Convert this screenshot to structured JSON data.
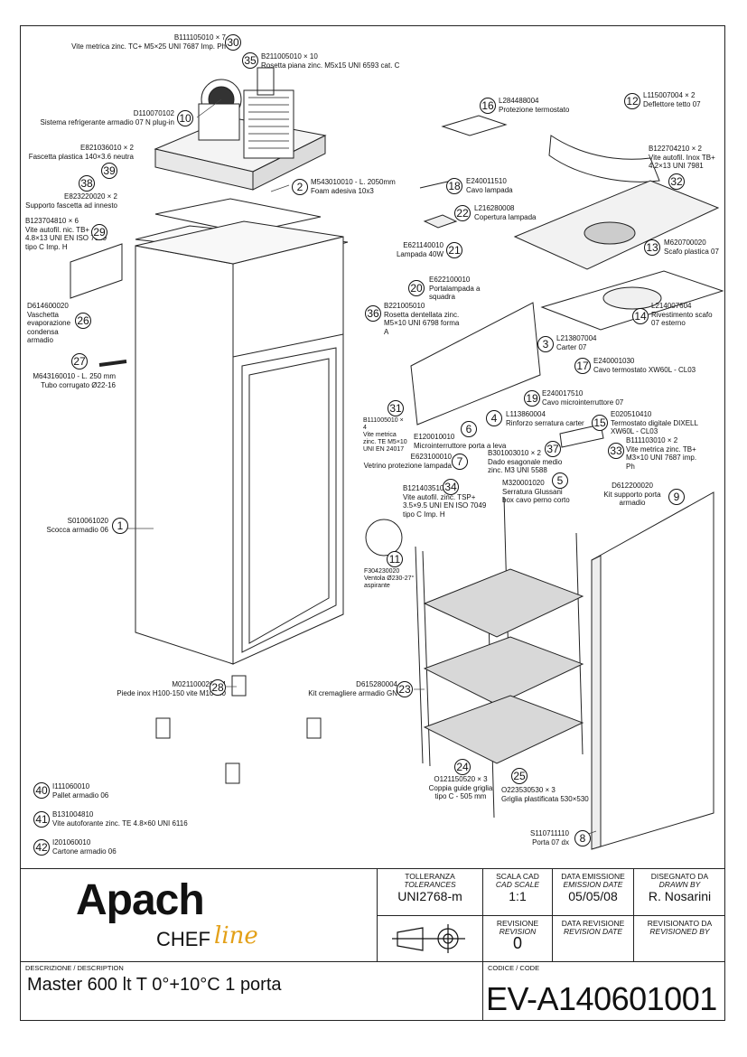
{
  "parts": [
    {
      "n": "30",
      "code": "B111105010 × 7",
      "desc": "Vite metrica zinc. TC+ M5×25 UNI 7687 Imp. Ph"
    },
    {
      "n": "35",
      "code": "B211005010 × 10",
      "desc": "Rosetta piana zinc. M5x15 UNI 6593 cat. C"
    },
    {
      "n": "10",
      "code": "D110070102",
      "desc": "Sistema refrigerante armadio 07 N plug-in"
    },
    {
      "n": "16",
      "code": "L284488004",
      "desc": "Protezione termostato"
    },
    {
      "n": "12",
      "code": "L115007004 × 2",
      "desc": "Deflettore tetto 07"
    },
    {
      "n": "39",
      "code": "E821036010 × 2",
      "desc": "Fascetta plastica 140×3.6 neutra"
    },
    {
      "n": "38",
      "code": "E823220020 × 2",
      "desc": "Supporto fascetta ad innesto"
    },
    {
      "n": "2",
      "code": "M543010010 - L. 2050mm",
      "desc": "Foam adesiva 10x3"
    },
    {
      "n": "32",
      "code": "B122704210 × 2",
      "desc": "Vite autofil. Inox TB+ 4.2×13 UNI 7981"
    },
    {
      "n": "18",
      "code": "E240011510",
      "desc": "Cavo lampada"
    },
    {
      "n": "22",
      "code": "L216280008",
      "desc": "Copertura lampada"
    },
    {
      "n": "29",
      "code": "B123704810 × 6",
      "desc": "Vite autofil. nic. TB+ 4.8×13 UNI EN ISO 7049 tipo C Imp. H"
    },
    {
      "n": "21",
      "code": "E621140010",
      "desc": "Lampada 40W"
    },
    {
      "n": "13",
      "code": "M620700020",
      "desc": "Scafo plastica 07"
    },
    {
      "n": "20",
      "code": "E622100010",
      "desc": "Portalampada a squadra"
    },
    {
      "n": "26",
      "code": "D614600020",
      "desc": "Vaschetta evaporazione condensa armadio"
    },
    {
      "n": "36",
      "code": "B221005010",
      "desc": "Rosetta dentellata zinc. M5×10 UNI 6798 forma A"
    },
    {
      "n": "14",
      "code": "L214007604",
      "desc": "Rivestimento scafo 07 esterno"
    },
    {
      "n": "3",
      "code": "L213807004",
      "desc": "Carter 07"
    },
    {
      "n": "27",
      "code": "M643160010 - L. 250 mm",
      "desc": "Tubo corrugato Ø22-16"
    },
    {
      "n": "17",
      "code": "E240001030",
      "desc": "Cavo termostato XW60L - CL03"
    },
    {
      "n": "19",
      "code": "E240017510",
      "desc": "Cavo microinterruttore 07"
    },
    {
      "n": "31",
      "code": "B111005010 × 4",
      "desc": "Vite metrica zinc. TE M5×10 UNI EN 24017"
    },
    {
      "n": "4",
      "code": "L113860004",
      "desc": "Rinforzo serratura carter"
    },
    {
      "n": "15",
      "code": "E020510410",
      "desc": "Termostato digitale DIXELL XW60L - CL03"
    },
    {
      "n": "6",
      "code": "E120010010",
      "desc": "Microinterruttore porta a leva"
    },
    {
      "n": "33",
      "code": "B111103010 × 2",
      "desc": "Vite metrica zinc. TB+ M3×10 UNI 7687 imp. Ph"
    },
    {
      "n": "7",
      "code": "E623100010",
      "desc": "Vetrino protezione lampada"
    },
    {
      "n": "37",
      "code": "B301003010 × 2",
      "desc": "Dado esagonale medio zinc. M3 UNI 5588"
    },
    {
      "n": "5",
      "code": "M320001020",
      "desc": "Serratura Glussani box cavo perno corto"
    },
    {
      "n": "34",
      "code": "B121403510",
      "desc": "Vite autofil. zinc. TSP+ 3.5×9.5 UNI EN ISO 7049 tipo C Imp. H"
    },
    {
      "n": "9",
      "code": "D612200020",
      "desc": "Kit supporto porta armadio"
    },
    {
      "n": "1",
      "code": "S010061020",
      "desc": "Scocca armadio 06"
    },
    {
      "n": "11",
      "code": "F304230020",
      "desc": "Ventola Ø230-27° aspirante"
    },
    {
      "n": "28",
      "code": "M021100020 × 4",
      "desc": "Piede inox H100-150 vite M10×40"
    },
    {
      "n": "23",
      "code": "D615280004",
      "desc": "Kit cremagliere armadio GN"
    },
    {
      "n": "24",
      "code": "O121150520 × 3",
      "desc": "Coppia guide griglia tipo C - 505 mm"
    },
    {
      "n": "25",
      "code": "O223530530 × 3",
      "desc": "Griglia plastificata 530×530"
    },
    {
      "n": "40",
      "code": "I111060010",
      "desc": "Pallet armadio 06"
    },
    {
      "n": "41",
      "code": "B131004810",
      "desc": "Vite autoforante zinc. TE 4.8×60 UNI 6116"
    },
    {
      "n": "8",
      "code": "S110711110",
      "desc": "Porta 07 dx"
    },
    {
      "n": "42",
      "code": "I201060010",
      "desc": "Cartone armadio 06"
    }
  ],
  "titleblock": {
    "logo_main": "Apach",
    "logo_sub": "CHEF",
    "logo_accent": "line",
    "tolerance_label": "TOLLERANZA",
    "tolerance_label_en": "TOLERANCES",
    "tolerance_value": "UNI2768-m",
    "scale_label": "SCALA CAD",
    "scale_label_en": "CAD SCALE",
    "scale_value": "1:1",
    "emission_label": "DATA EMISSIONE",
    "emission_label_en": "EMISSION DATE",
    "emission_value": "05/05/08",
    "drawn_label": "DISEGNATO DA",
    "drawn_label_en": "DRAWN BY",
    "drawn_value": "R. Nosarini",
    "revision_label": "REVISIONE",
    "revision_label_en": "REVISION",
    "revision_value": "0",
    "rev_date_label": "DATA REVISIONE",
    "rev_date_label_en": "REVISION DATE",
    "revisioned_label": "REVISIONATO DA",
    "revisioned_label_en": "REVISIONED BY",
    "description_label": "DESCRIZIONE / DESCRIPTION",
    "description_value": "Master 600 lt T 0°+10°C 1 porta",
    "code_label": "CODICE / CODE",
    "code_value": "EV-A140601001"
  },
  "colors": {
    "ink": "#111111",
    "accent": "#e3a018"
  }
}
